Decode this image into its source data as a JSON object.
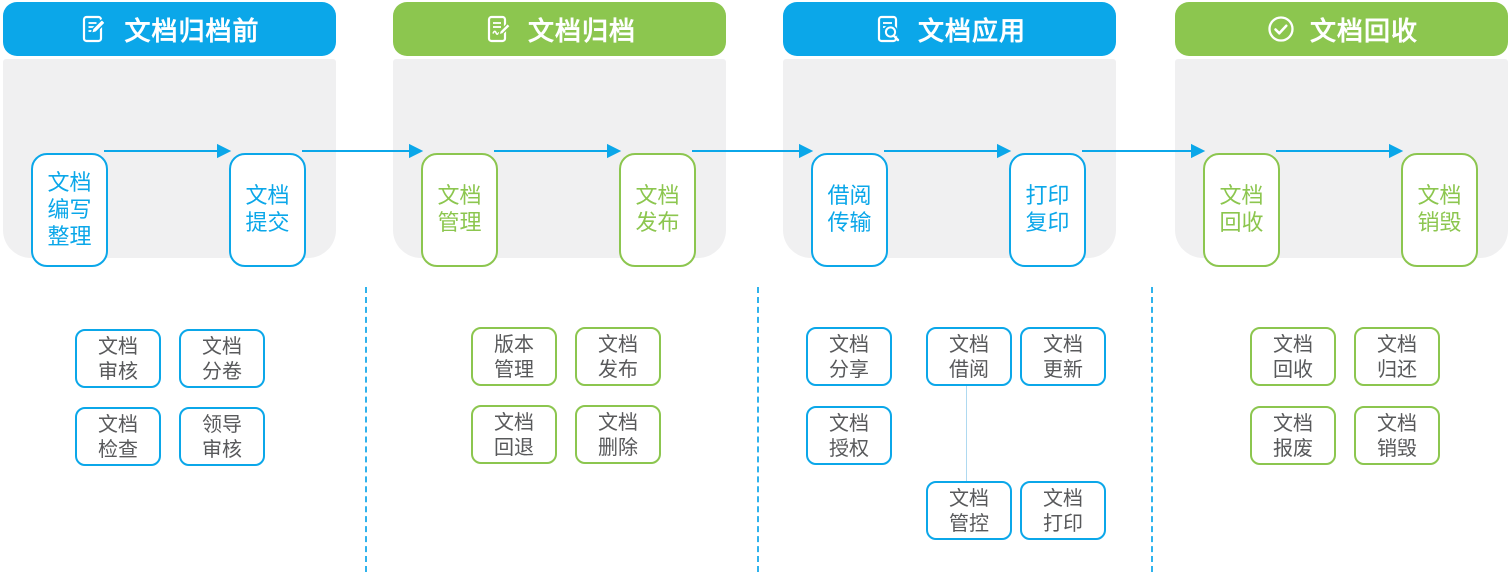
{
  "colors": {
    "blue_accent": "#0BA7E9",
    "green_accent": "#8CC64F",
    "panel_background": "#F0F0F1",
    "sub_item_text": "#58595B",
    "arrow": "#0BA7E9",
    "dashed_separator": "#2FB3EC"
  },
  "phases": [
    {
      "id": "pre-archive",
      "title": "文档归档前",
      "accent": "blue",
      "icon": "edit-document-icon",
      "flow_nodes": [
        {
          "line1": "文档",
          "line2": "编写",
          "line3": "整理"
        },
        {
          "line1": "文档",
          "line2": "提交"
        }
      ],
      "sub_items": [
        {
          "line1": "文档",
          "line2": "审核"
        },
        {
          "line1": "文档",
          "line2": "分卷"
        },
        {
          "line1": "文档",
          "line2": "检查"
        },
        {
          "line1": "领导",
          "line2": "审核"
        }
      ]
    },
    {
      "id": "archive",
      "title": "文档归档",
      "accent": "green",
      "icon": "sign-document-icon",
      "flow_nodes": [
        {
          "line1": "文档",
          "line2": "管理"
        },
        {
          "line1": "文档",
          "line2": "发布"
        }
      ],
      "sub_items": [
        {
          "line1": "版本",
          "line2": "管理"
        },
        {
          "line1": "文档",
          "line2": "发布"
        },
        {
          "line1": "文档",
          "line2": "回退"
        },
        {
          "line1": "文档",
          "line2": "删除"
        }
      ]
    },
    {
      "id": "application",
      "title": "文档应用",
      "accent": "blue",
      "icon": "search-document-icon",
      "flow_nodes": [
        {
          "line1": "借阅",
          "line2": "传输"
        },
        {
          "line1": "打印",
          "line2": "复印"
        }
      ],
      "sub_items": [
        {
          "line1": "文档",
          "line2": "分享"
        },
        {
          "line1": "文档",
          "line2": "借阅"
        },
        {
          "line1": "文档",
          "line2": "更新"
        },
        {
          "line1": "文档",
          "line2": "授权"
        },
        {
          "line1": "文档",
          "line2": "管控"
        },
        {
          "line1": "文档",
          "line2": "打印"
        }
      ]
    },
    {
      "id": "recycle",
      "title": "文档回收",
      "accent": "green",
      "icon": "check-circle-icon",
      "flow_nodes": [
        {
          "line1": "文档",
          "line2": "回收"
        },
        {
          "line1": "文档",
          "line2": "销毁"
        }
      ],
      "sub_items": [
        {
          "line1": "文档",
          "line2": "回收"
        },
        {
          "line1": "文档",
          "line2": "归还"
        },
        {
          "line1": "文档",
          "line2": "报废"
        },
        {
          "line1": "文档",
          "line2": "销毁"
        }
      ]
    }
  ]
}
